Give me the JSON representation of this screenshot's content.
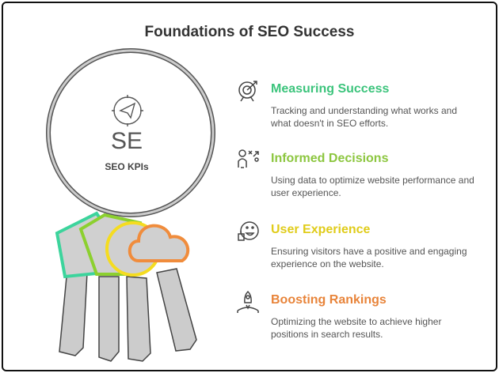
{
  "title": "Foundations of SEO Success",
  "center": {
    "abbr": "SE",
    "label": "SEO KPIs",
    "icon": "compass-icon"
  },
  "items": [
    {
      "title": "Measuring Success",
      "description": "Tracking and understanding what works and what doesn't in SEO efforts.",
      "color": "#3cc47c",
      "icon": "target-icon"
    },
    {
      "title": "Informed Decisions",
      "description": "Using data to optimize website performance and user experience.",
      "color": "#8cc63f",
      "icon": "decision-icon"
    },
    {
      "title": "User Experience",
      "description": "Ensuring visitors have a positive and engaging experience on the website.",
      "color": "#e0cc1a",
      "icon": "smile-thumbs-up-icon"
    },
    {
      "title": "Boosting Rankings",
      "description": "Optimizing the website to achieve higher positions in search results.",
      "color": "#e8843a",
      "icon": "rocket-icon"
    }
  ]
}
